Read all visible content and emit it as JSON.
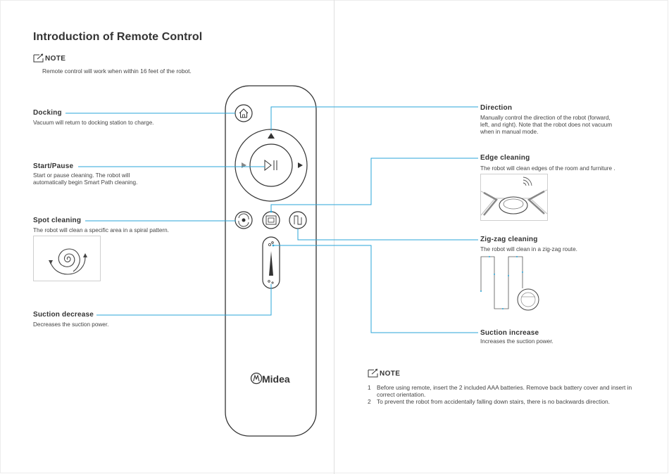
{
  "title": "Introduction of Remote Control",
  "note_top": {
    "label": "NOTE",
    "text": "Remote control will work when within 16 feet of the robot."
  },
  "left_items": [
    {
      "label": "Docking",
      "desc": [
        "Vacuum will return to docking station to charge."
      ]
    },
    {
      "label": "Start/Pause",
      "desc": [
        "Start or pause cleaning. The robot will",
        "automatically begin Smart Path cleaning."
      ]
    },
    {
      "label": "Spot cleaning",
      "desc": [
        "The robot will clean a specific area in a spiral pattern."
      ]
    },
    {
      "label": "Suction decrease",
      "desc": [
        "Decreases the suction power."
      ]
    }
  ],
  "right_items": [
    {
      "label": "Direction",
      "desc": [
        "Manually control the direction of the robot (forward,",
        "left, and right). Note that the robot does not vacuum",
        "when in manual mode."
      ]
    },
    {
      "label": "Edge cleaning",
      "desc": [
        "The robot will clean edges of the room and furniture ."
      ]
    },
    {
      "label": "Zig-zag cleaning",
      "desc": [
        "The robot will clean in a zig-zag route."
      ]
    },
    {
      "label": "Suction increase",
      "desc": [
        "Increases the suction power."
      ]
    }
  ],
  "brand": "Midea",
  "note_bottom": {
    "label": "NOTE",
    "items": [
      {
        "num": "1",
        "text": "Before using remote, insert the 2 included AAA batteries. Remove back battery cover and insert in correct orientation."
      },
      {
        "num": "2",
        "text": "To prevent the robot from accidentally falling down stairs, there is no backwards direction."
      }
    ]
  },
  "colors": {
    "callout_line": "#2aa6d8",
    "remote_outline": "#333333",
    "text": "#444444"
  },
  "icons": [
    "home-icon",
    "play-pause-icon",
    "arrow-up-icon",
    "arrow-left-icon",
    "arrow-right-icon",
    "spot-icon",
    "edge-icon",
    "zigzag-icon",
    "suction-slider-icon"
  ]
}
